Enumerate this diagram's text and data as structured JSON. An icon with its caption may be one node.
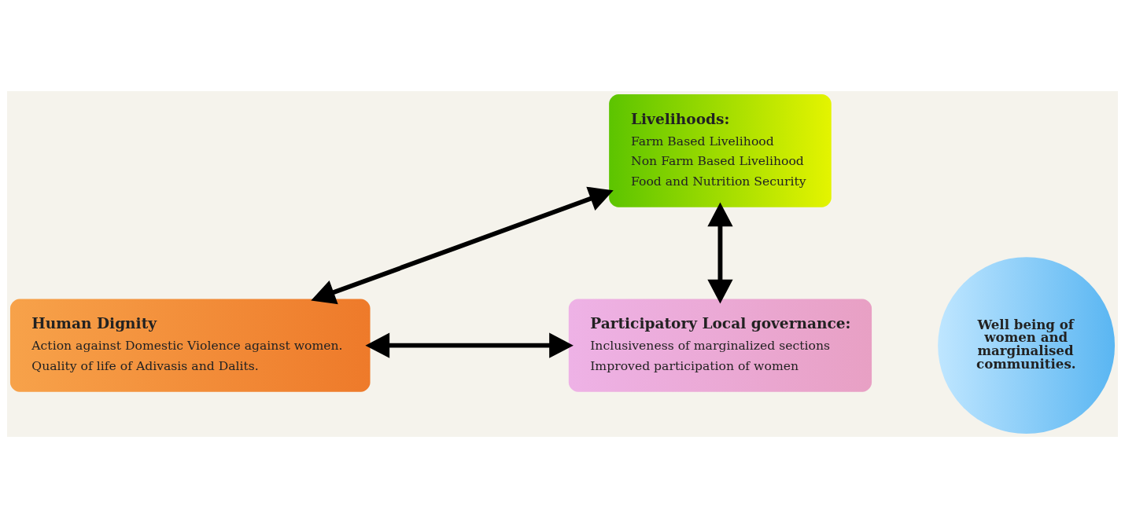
{
  "diagram": {
    "nodes": [
      {
        "text": [
          "Livelihoods:",
          "Farm Based Livelihood",
          "Non Farm Based Livelihood",
          "Food and Nutrition Security"
        ]
      },
      {
        "text": [
          "Human Dignity",
          "Action against Domestic Violence against women.",
          "Quality of life of Adivasis and Dalits."
        ]
      },
      {
        "text": [
          "Well being of women and marginalised communities."
        ]
      },
      {
        "text": [
          "Participatory Local governance:",
          "Inclusiveness of marginalized sections",
          "Improved participation of women"
        ]
      }
    ],
    "edges": [
      {
        "from": 0,
        "to": 1,
        "arrow": "both"
      },
      {
        "from": 0,
        "to": 3,
        "arrow": "both"
      },
      {
        "from": 1,
        "to": 3,
        "arrow": "both"
      }
    ]
  }
}
